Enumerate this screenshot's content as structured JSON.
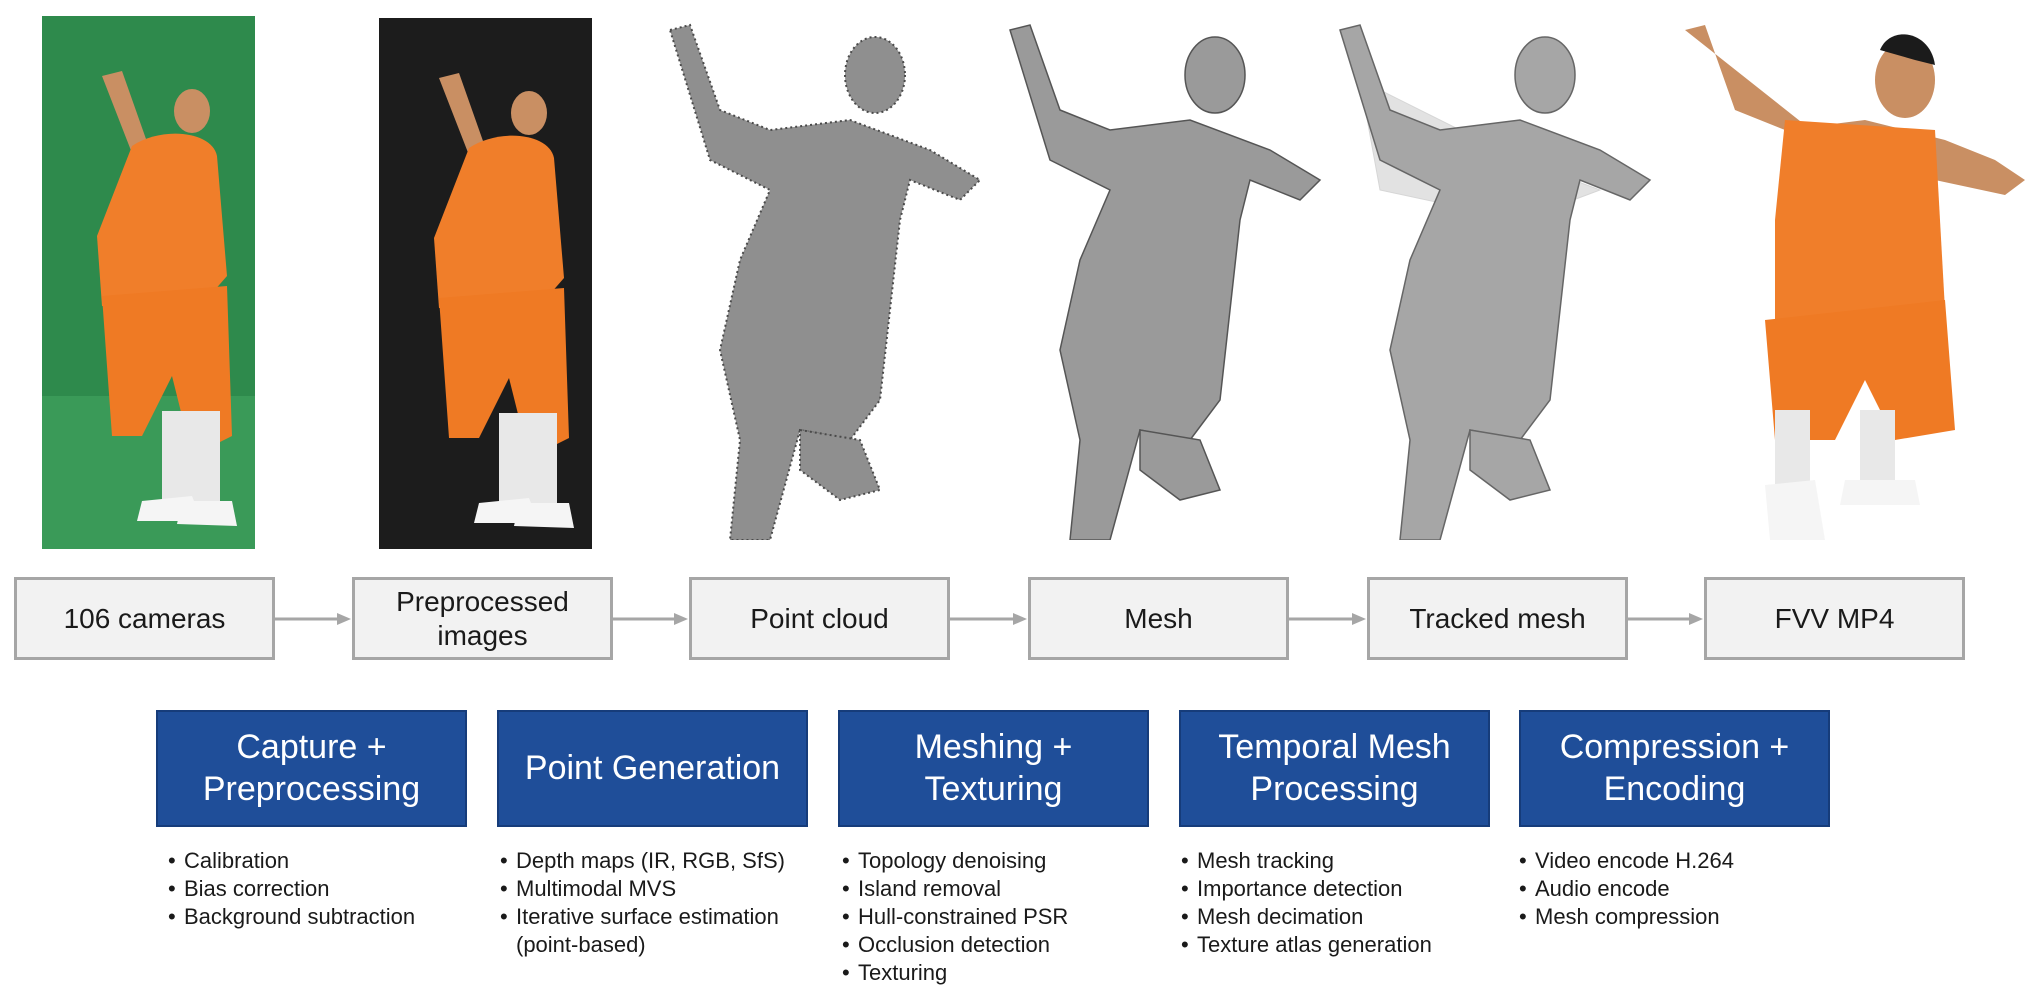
{
  "pipeline": {
    "stages": [
      {
        "label": "106 cameras"
      },
      {
        "label": "Preprocessed\nimages"
      },
      {
        "label": "Point cloud"
      },
      {
        "label": "Mesh"
      },
      {
        "label": "Tracked mesh"
      },
      {
        "label": "FVV MP4"
      }
    ]
  },
  "processes": [
    {
      "title": "Capture +\nPreprocessing",
      "bullets": [
        "Calibration",
        "Bias correction",
        "Background subtraction"
      ]
    },
    {
      "title": "Point Generation",
      "bullets": [
        "Depth maps (IR, RGB, SfS)",
        "Multimodal MVS",
        "Iterative surface estimation\n(point-based)"
      ]
    },
    {
      "title": "Meshing +\nTexturing",
      "bullets": [
        "Topology denoising",
        "Island removal",
        "Hull-constrained PSR",
        "Occlusion detection",
        "Texturing"
      ]
    },
    {
      "title": "Temporal Mesh\nProcessing",
      "bullets": [
        "Mesh tracking",
        "Importance detection",
        "Mesh decimation",
        "Texture atlas generation"
      ]
    },
    {
      "title": "Compression +\nEncoding",
      "bullets": [
        "Video encode H.264",
        "Audio encode",
        "Mesh compression"
      ]
    }
  ],
  "colors": {
    "process_fill": "#1f4e99",
    "stage_fill": "#f2f2f2",
    "stage_border": "#a6a6a6",
    "orange_robe": "#f07e2a",
    "green_screen": "#2e8a4c",
    "dark_screen": "#1c1c1c"
  }
}
